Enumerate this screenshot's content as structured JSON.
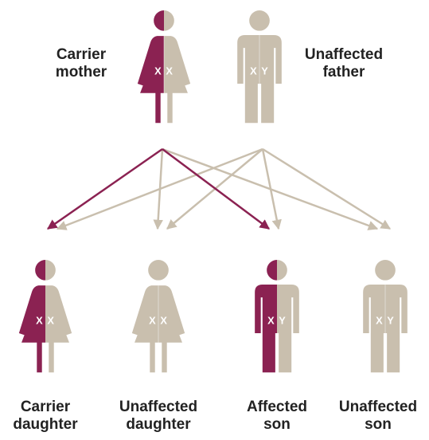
{
  "colors": {
    "affected": "#8b2252",
    "unaffected": "#c9bfae",
    "text": "#222222"
  },
  "parents": {
    "mother": {
      "line1": "Carrier",
      "line2": "mother",
      "chromosomes": "X X",
      "icon": "female-figure-icon",
      "status": "carrier"
    },
    "father": {
      "line1": "Unaffected",
      "line2": "father",
      "chromosomes": "X Y",
      "icon": "male-figure-icon",
      "status": "unaffected"
    }
  },
  "children": [
    {
      "line1": "Carrier",
      "line2": "daughter",
      "chromosomes": "X X",
      "icon": "female-figure-icon",
      "status": "carrier"
    },
    {
      "line1": "Unaffected",
      "line2": "daughter",
      "chromosomes": "X X",
      "icon": "female-figure-icon",
      "status": "unaffected"
    },
    {
      "line1": "Affected",
      "line2": "son",
      "chromosomes": "X Y",
      "icon": "male-figure-icon",
      "status": "affected"
    },
    {
      "line1": "Unaffected",
      "line2": "son",
      "chromosomes": "X Y",
      "icon": "male-figure-icon",
      "status": "unaffected"
    }
  ]
}
